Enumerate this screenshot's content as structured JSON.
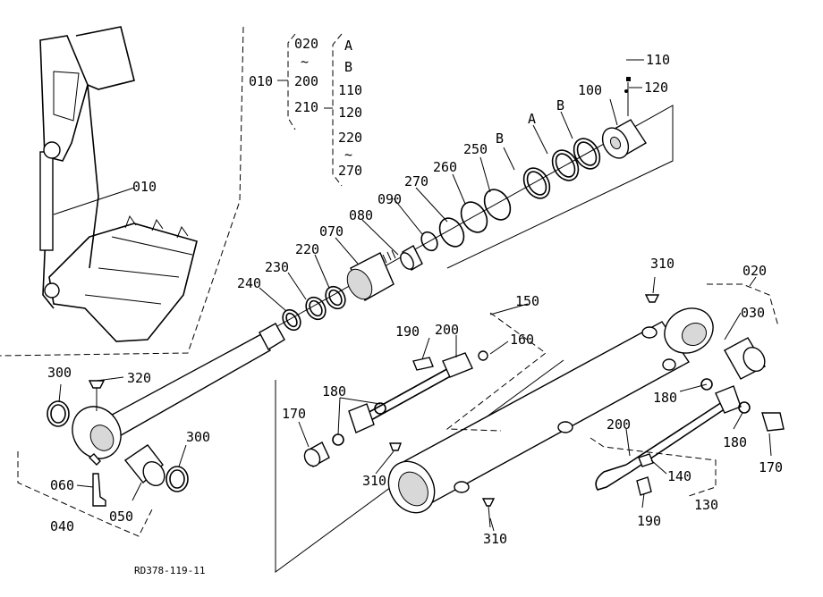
{
  "drawing_code": "RD378-119-11",
  "bom_tree": {
    "root": "010",
    "range_from": "020",
    "tilde": "~",
    "range_to": "200",
    "extra": "210",
    "sub": [
      "A",
      "B",
      "110",
      "120",
      "220",
      "~",
      "270"
    ]
  },
  "parts": {
    "p010": "010",
    "p020": "020",
    "p030": "030",
    "p040": "040",
    "p050": "050",
    "p060": "060",
    "p070": "070",
    "p080": "080",
    "p090": "090",
    "p100": "100",
    "p110": "110",
    "p120": "120",
    "p130": "130",
    "p140": "140",
    "p150": "150",
    "p160": "160",
    "p170a": "170",
    "p170b": "170",
    "p180a": "180",
    "p180b": "180",
    "p180c": "180",
    "p190a": "190",
    "p190b": "190",
    "p200a": "200",
    "p200b": "200",
    "p220": "220",
    "p230": "230",
    "p240": "240",
    "p250": "250",
    "p260": "260",
    "p270": "270",
    "p300a": "300",
    "p300b": "300",
    "p310a": "310",
    "p310b": "310",
    "p310c": "310",
    "p320": "320",
    "pA": "A",
    "pB1": "B",
    "pB2": "B"
  }
}
